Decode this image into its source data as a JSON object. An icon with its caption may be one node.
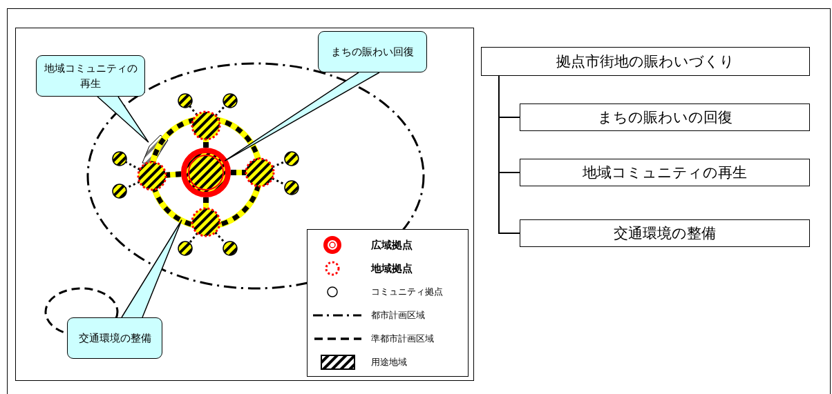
{
  "diagram": {
    "nodes": [
      {
        "text": [
          "地域コミュニティの再生"
        ]
      },
      {
        "text": [
          "まちの賑わい回復"
        ]
      },
      {
        "text": [],
        "shape": "box"
      },
      {
        "text": [],
        "shape": "circle",
        "in": 4
      },
      {
        "text": [],
        "shape": "circle"
      },
      {
        "text": [
          "交通環境の整備"
        ]
      },
      {
        "text": [
          "拠点市街地の賑わいづくり"
        ]
      },
      {
        "text": [
          "まちの賑わいの回復"
        ]
      },
      {
        "text": [
          "地域コミュニティの再生"
        ]
      },
      {
        "text": [
          "交通環境の整備"
        ]
      },
      {
        "text": [],
        "shape": "circle"
      },
      {
        "text": [],
        "shape": "circle"
      },
      {
        "text": [],
        "shape": "circle"
      },
      {
        "text": [],
        "shape": "circle"
      },
      {
        "text": [],
        "shape": "circle"
      },
      {
        "text": [],
        "shape": "circle"
      },
      {
        "text": [],
        "shape": "circle"
      },
      {
        "text": [],
        "shape": "circle"
      },
      {
        "text": [],
        "shape": "circle"
      },
      {
        "text": [],
        "shape": "circle"
      },
      {
        "text": [],
        "shape": "circle"
      },
      {
        "text": [],
        "shape": "circle"
      }
    ],
    "edges": [
      {
        "from": 0,
        "to": 2,
        "arrow": "none"
      },
      {
        "from": 1,
        "to": 3,
        "arrow": "none"
      },
      {
        "from": 5,
        "to": 4,
        "arrow": "none"
      },
      {
        "from": 6,
        "to": 7,
        "arrow": "none"
      },
      {
        "from": 6,
        "to": 8,
        "arrow": "none"
      },
      {
        "from": 6,
        "to": 9,
        "arrow": "none"
      },
      {
        "from": 3,
        "to": 10,
        "arrow": "none",
        "style": "thick",
        "color": "#ffff00"
      },
      {
        "from": 3,
        "to": 11,
        "arrow": "none",
        "style": "thick",
        "color": "#ffff00"
      },
      {
        "from": 3,
        "to": 12,
        "arrow": "none",
        "style": "thick",
        "color": "#ffff00"
      },
      {
        "from": 3,
        "to": 13,
        "arrow": "none",
        "style": "thick",
        "color": "#ffff00"
      },
      {
        "from": 10,
        "to": 14,
        "arrow": "none",
        "style": "dashed"
      },
      {
        "from": 10,
        "to": 15,
        "arrow": "none",
        "style": "dashed"
      },
      {
        "from": 11,
        "to": 16,
        "arrow": "none",
        "style": "dashed"
      },
      {
        "from": 11,
        "to": 17,
        "arrow": "none",
        "style": "dashed"
      },
      {
        "from": 12,
        "to": 18,
        "arrow": "none",
        "style": "dashed"
      },
      {
        "from": 12,
        "to": 19,
        "arrow": "none",
        "style": "dashed"
      },
      {
        "from": 13,
        "to": 20,
        "arrow": "none",
        "style": "dashed"
      },
      {
        "from": 13,
        "to": 21,
        "arrow": "none",
        "style": "dashed"
      }
    ],
    "legend": [
      {
        "text": "広域拠点"
      },
      {
        "text": "地域拠点"
      },
      {
        "text": "コミュニティ拠点"
      },
      {
        "text": "都市計画区域"
      },
      {
        "text": "準都市計画区域"
      },
      {
        "text": "用途地域"
      }
    ]
  }
}
